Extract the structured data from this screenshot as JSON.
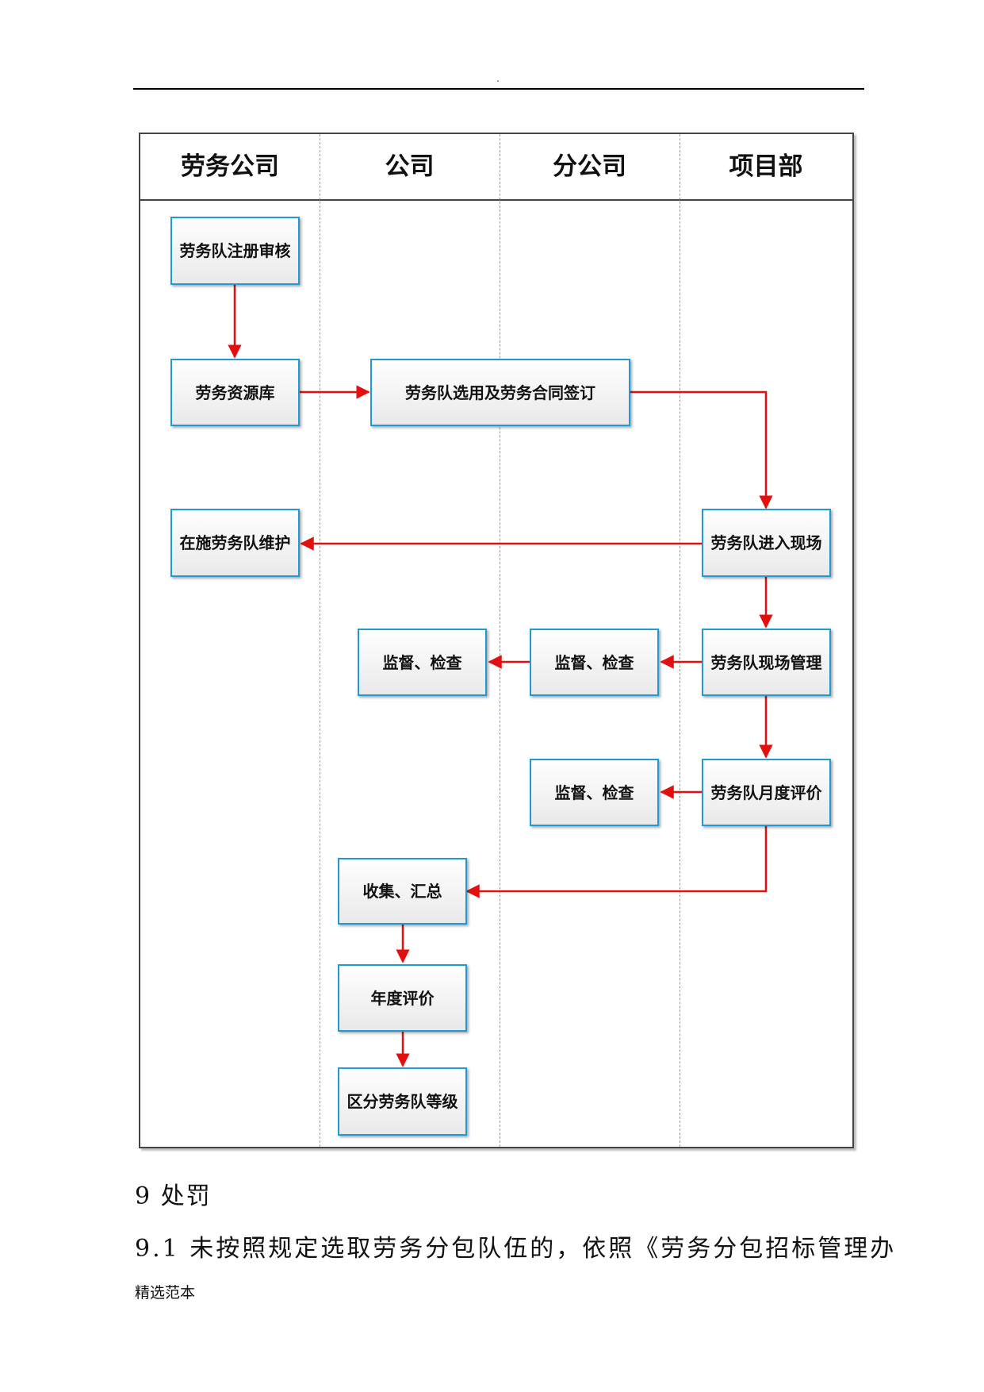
{
  "header": {
    "dot": "."
  },
  "lanes": [
    "劳务公司",
    "公司",
    "分公司",
    "项目部"
  ],
  "nodes": {
    "register": "劳务队注册审核",
    "resource": "劳务资源库",
    "select": "劳务队选用及劳务合同签订",
    "maintain": "在施劳务队维护",
    "enter": "劳务队进入现场",
    "inspect_company": "监督、检查",
    "inspect_branch": "监督、检查",
    "site_manage": "劳务队现场管理",
    "inspect_branch_monthly": "监督、检查",
    "monthly_eval": "劳务队月度评价",
    "collect": "收集、汇总",
    "annual_eval": "年度评价",
    "grade": "区分劳务队等级"
  },
  "colors": {
    "box_border": "#1e9ad6",
    "arrow": "#e41010"
  },
  "section": {
    "heading": "9  处罚",
    "paragraph": "9.1 未按照规定选取劳务分包队伍的，依照《劳务分包招标管理办"
  },
  "footer": {
    "text": "精选范本"
  }
}
